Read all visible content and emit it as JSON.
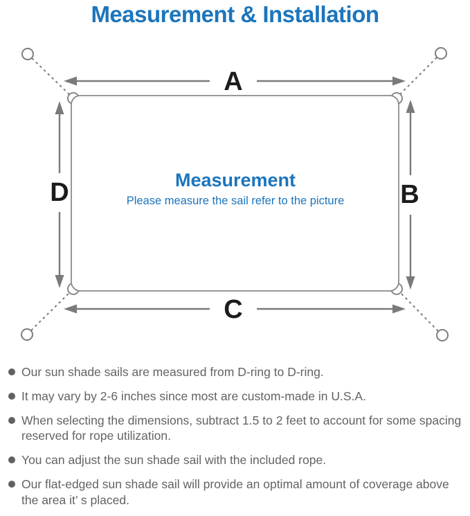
{
  "title": "Measurement & Installation",
  "diagram": {
    "dim_top": "A",
    "dim_right": "B",
    "dim_bottom": "C",
    "dim_left": "D",
    "center_title": "Measurement",
    "center_subtitle": "Please measure the sail refer to the picture"
  },
  "notes": [
    "Our sun shade sails are measured from D-ring to D-ring.",
    "It may vary by 2-6 inches since most are custom-made in U.S.A.",
    "When selecting the dimensions, subtract 1.5 to 2 feet to account for some spacing reserved for rope utilization.",
    "You can adjust the sun shade sail with the included rope.",
    "Our flat-edged sun shade sail will provide an optimal amount of coverage above the area it’ s placed."
  ],
  "colors": {
    "accent_blue": "#1b75bc",
    "note_text": "#636363",
    "line_gray": "#7d7d7d",
    "label_black": "#1c1c1c"
  }
}
